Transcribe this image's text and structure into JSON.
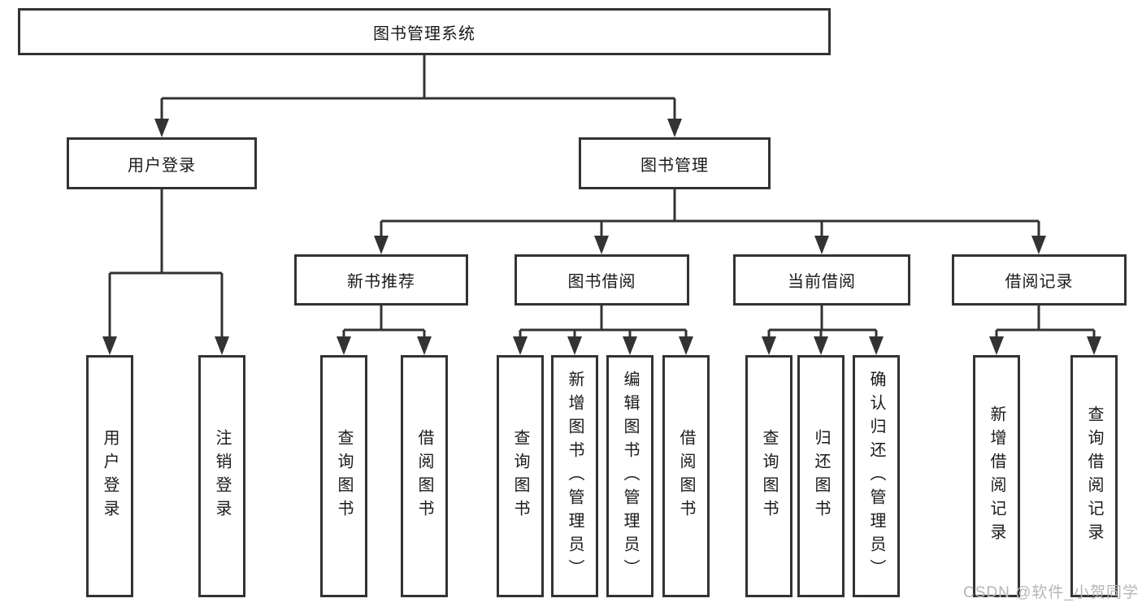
{
  "tree": {
    "label": "图书管理系统",
    "children": [
      {
        "label": "用户登录",
        "children": [
          {
            "label": "用户登录"
          },
          {
            "label": "注销登录"
          }
        ]
      },
      {
        "label": "图书管理",
        "children": [
          {
            "label": "新书推荐",
            "children": [
              {
                "label": "查询图书"
              },
              {
                "label": "借阅图书"
              }
            ]
          },
          {
            "label": "图书借阅",
            "children": [
              {
                "label": "查询图书"
              },
              {
                "label": "新增图书（管理员）"
              },
              {
                "label": "编辑图书（管理员）"
              },
              {
                "label": "借阅图书"
              }
            ]
          },
          {
            "label": "当前借阅",
            "children": [
              {
                "label": "查询图书"
              },
              {
                "label": "归还图书"
              },
              {
                "label": "确认归还（管理员）"
              }
            ]
          },
          {
            "label": "借阅记录",
            "children": [
              {
                "label": "新增借阅记录"
              },
              {
                "label": "查询借阅记录"
              }
            ]
          }
        ]
      }
    ]
  },
  "watermark": "CSDN @软件_小贺同学",
  "colors": {
    "line": "#333333",
    "text": "#1a1a1a",
    "watermark": "#b5b5b5",
    "background": "#ffffff"
  }
}
